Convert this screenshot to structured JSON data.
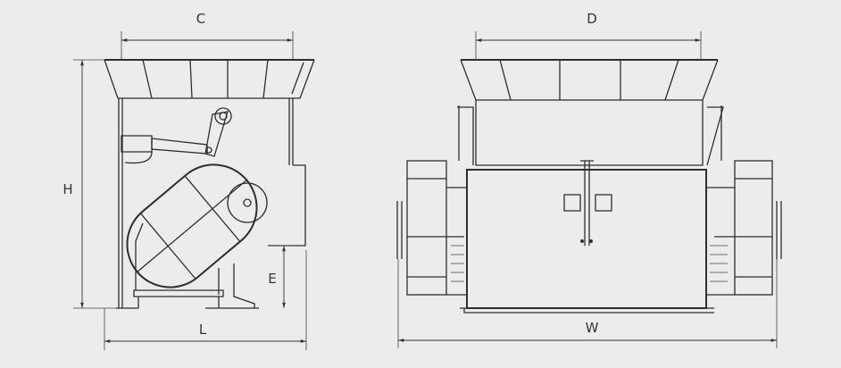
{
  "side_view": {
    "dim_top": "C",
    "dim_height": "H",
    "dim_length": "L",
    "dim_clearance": "E"
  },
  "front_view": {
    "dim_top": "D",
    "dim_width": "W"
  },
  "colors": {
    "background": "#ececec",
    "line": "#2e2e2e"
  }
}
